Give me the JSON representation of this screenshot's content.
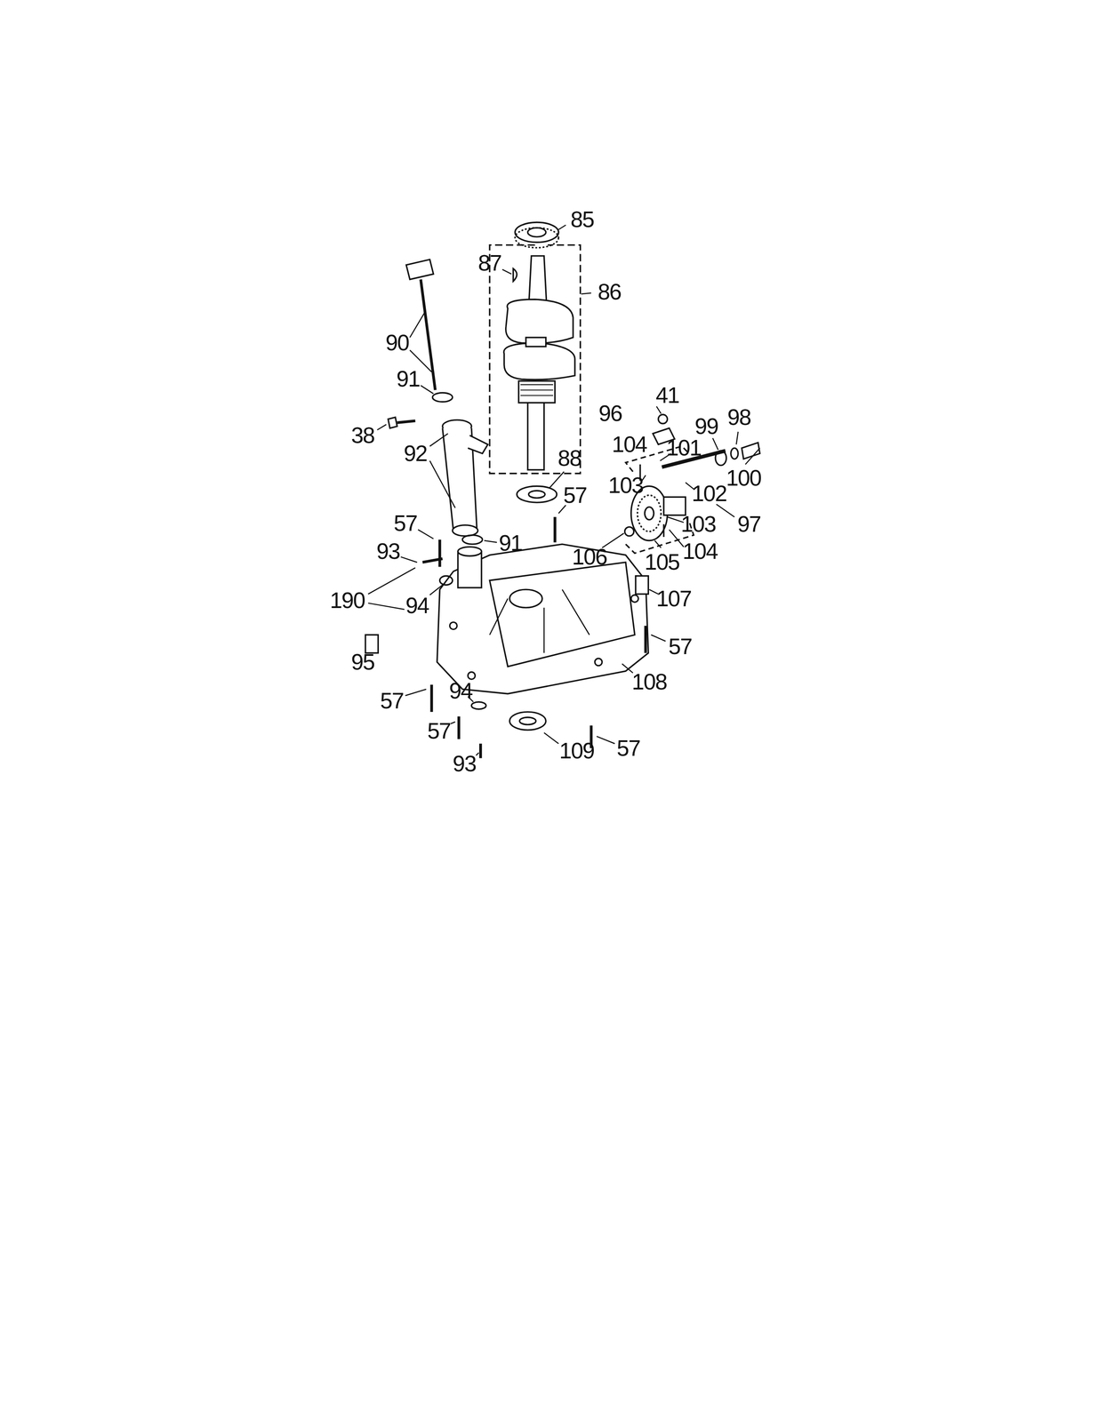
{
  "diagram": {
    "labels": [
      "85",
      "87",
      "86",
      "90",
      "91",
      "96",
      "41",
      "99",
      "98",
      "38",
      "104",
      "101",
      "92",
      "88",
      "100",
      "103",
      "57",
      "102",
      "57",
      "91",
      "103",
      "97",
      "93",
      "104",
      "106",
      "105",
      "190",
      "94",
      "107",
      "57",
      "95",
      "108",
      "57",
      "94",
      "57",
      "57",
      "109",
      "93"
    ]
  }
}
